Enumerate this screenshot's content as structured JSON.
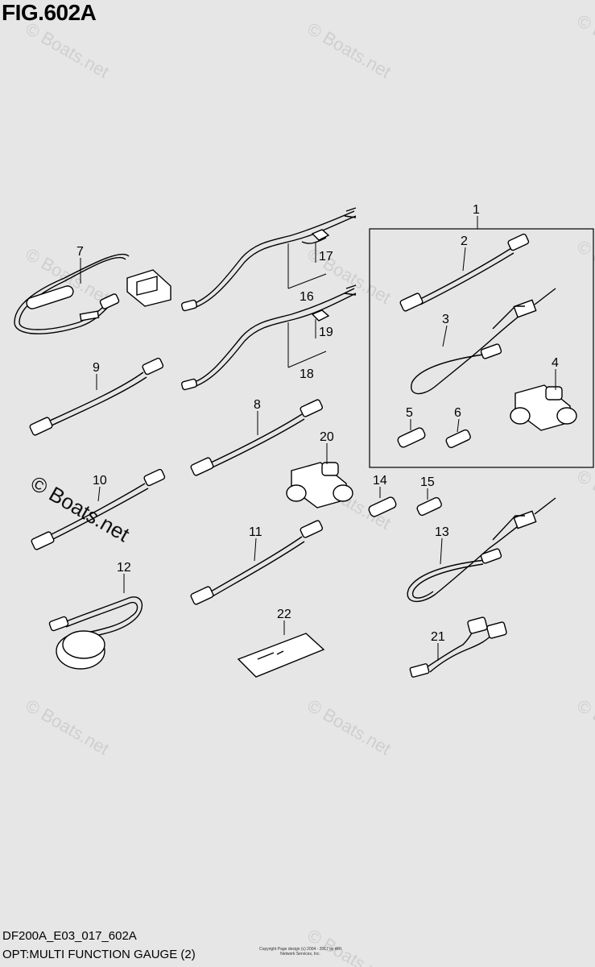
{
  "figure": {
    "title": "FIG.602A",
    "code": "DF200A_E03_017_602A",
    "description": "OPT:MULTI FUNCTION GAUGE (2)",
    "copyright": "Copyright\nPage design (c) 2004 - 2017 by ARI Network Services, Inc."
  },
  "watermarks": {
    "light": "© Boats.net",
    "dark": "© Boats.net"
  },
  "callouts": {
    "c1": "1",
    "c2": "2",
    "c3": "3",
    "c4": "4",
    "c5": "5",
    "c6": "6",
    "c7": "7",
    "c8": "8",
    "c9": "9",
    "c10": "10",
    "c11": "11",
    "c12": "12",
    "c13": "13",
    "c14": "14",
    "c15": "15",
    "c16": "16",
    "c17": "17",
    "c18": "18",
    "c19": "19",
    "c20": "20",
    "c21": "21",
    "c22": "22"
  }
}
